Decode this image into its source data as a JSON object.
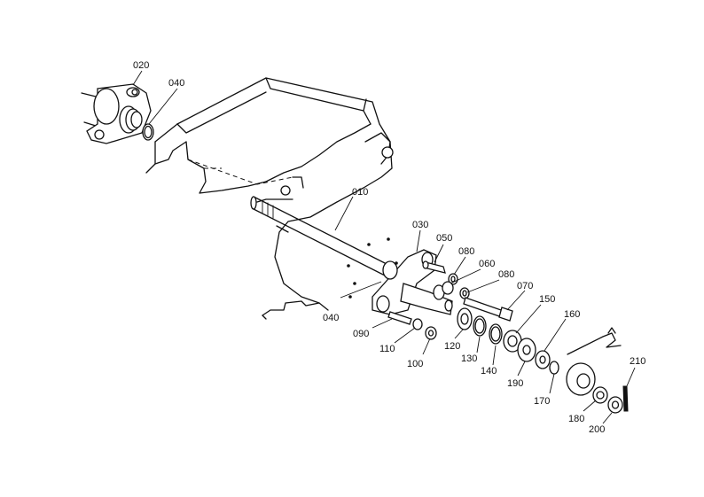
{
  "callouts": [
    {
      "id": "c020",
      "text": "020"
    },
    {
      "id": "c040a",
      "text": "040"
    },
    {
      "id": "c010",
      "text": "010"
    },
    {
      "id": "c030",
      "text": "030"
    },
    {
      "id": "c050",
      "text": "050"
    },
    {
      "id": "c080a",
      "text": "080"
    },
    {
      "id": "c060",
      "text": "060"
    },
    {
      "id": "c080b",
      "text": "080"
    },
    {
      "id": "c070",
      "text": "070"
    },
    {
      "id": "c150",
      "text": "150"
    },
    {
      "id": "c160",
      "text": "160"
    },
    {
      "id": "c040b",
      "text": "040"
    },
    {
      "id": "c090",
      "text": "090"
    },
    {
      "id": "c110",
      "text": "110"
    },
    {
      "id": "c100",
      "text": "100"
    },
    {
      "id": "c120",
      "text": "120"
    },
    {
      "id": "c130",
      "text": "130"
    },
    {
      "id": "c140",
      "text": "140"
    },
    {
      "id": "c190",
      "text": "190"
    },
    {
      "id": "c170",
      "text": "170"
    },
    {
      "id": "c210",
      "text": "210"
    },
    {
      "id": "c180",
      "text": "180"
    },
    {
      "id": "c200",
      "text": "200"
    }
  ]
}
